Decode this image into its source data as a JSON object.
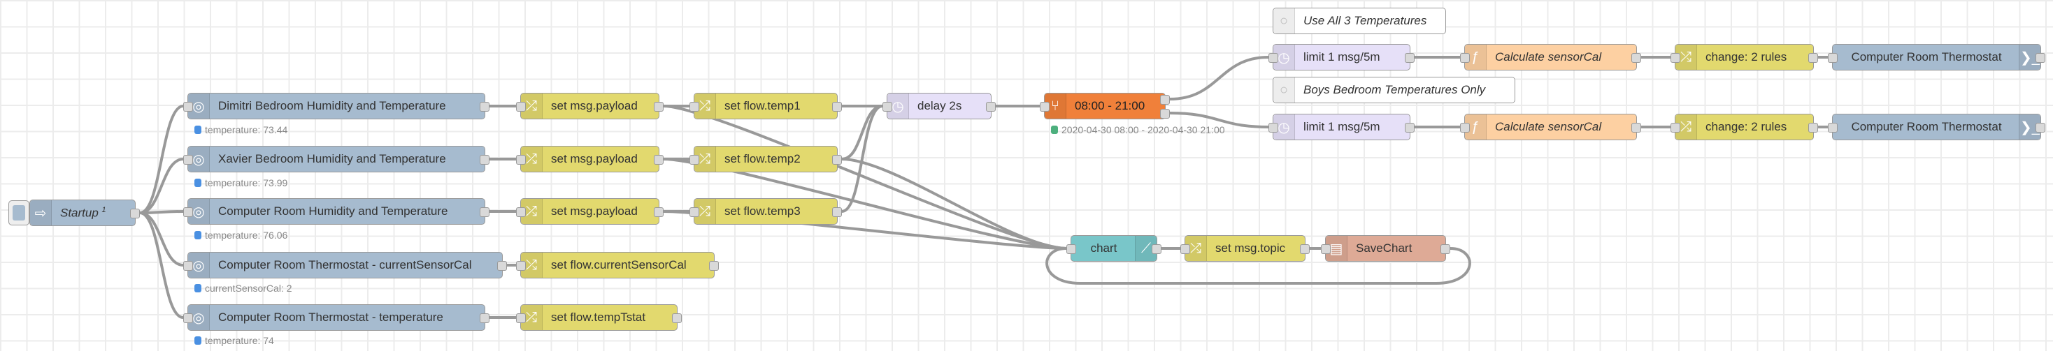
{
  "inject": {
    "label": "Startup",
    "badge": "1"
  },
  "sensors": [
    {
      "label": "Dimitri Bedroom Humidity and Temperature",
      "status": "temperature: 73.44"
    },
    {
      "label": "Xavier Bedroom Humidity and Temperature",
      "status": "temperature: 73.99"
    },
    {
      "label": "Computer Room Humidity and Temperature",
      "status": "temperature: 76.06"
    },
    {
      "label": "Computer Room Thermostat - currentSensorCal",
      "status": "currentSensorCal: 2"
    },
    {
      "label": "Computer Room Thermostat - temperature",
      "status": "temperature: 74"
    }
  ],
  "changes": [
    "set msg.payload",
    "set msg.payload",
    "set msg.payload",
    "set flow.currentSensorCal",
    "set flow.tempTstat"
  ],
  "flows": [
    "set flow.temp1",
    "set flow.temp2",
    "set flow.temp3"
  ],
  "delay": {
    "label": "delay 2s"
  },
  "timerange": {
    "label": "08:00 - 21:00",
    "status": "2020-04-30 08:00 - 2020-04-30 21:00"
  },
  "comments": [
    "Use All 3 Temperatures",
    "Boys Bedroom Temperatures Only"
  ],
  "limits": [
    "limit 1 msg/5m",
    "limit 1 msg/5m"
  ],
  "functions": [
    "Calculate sensorCal",
    "Calculate sensorCal"
  ],
  "rules": [
    "change: 2 rules",
    "change: 2 rules"
  ],
  "thermostats": [
    "Computer Room Thermostat",
    "Computer Room Thermostat"
  ],
  "chart": {
    "label": "chart"
  },
  "topic": {
    "label": "set msg.topic"
  },
  "save": {
    "label": "SaveChart"
  },
  "colors": {
    "sensor": "#a6bbcf",
    "change": "#e2d96e",
    "delay": "#e6e0f8",
    "timerange": "#f0803a",
    "function": "#fdd0a2",
    "chart": "#79c6c9",
    "file": "#deaa96",
    "status_blue": "#4a90e2",
    "status_green": "#4caf7d"
  }
}
